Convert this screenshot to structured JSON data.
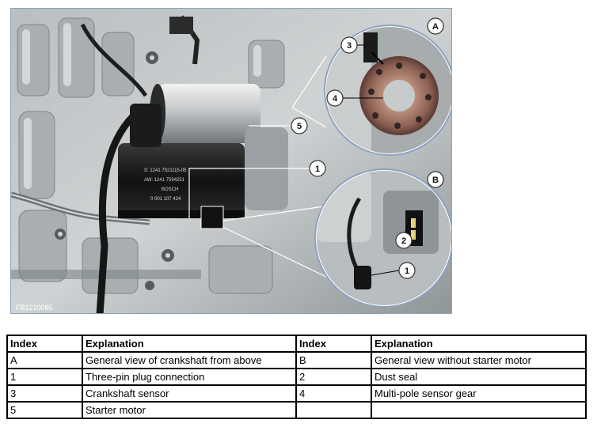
{
  "figure": {
    "code": "FB1210085",
    "stamp_lines": [
      "S: 1241 7521115-05",
      "AW: 1241 7594251",
      "BOSCH",
      "0 001 107 424"
    ],
    "callouts": {
      "A": "A",
      "B": "B",
      "n1_main": "1",
      "n5": "5",
      "n3": "3",
      "n4": "4",
      "n2": "2",
      "n1_inset": "1"
    }
  },
  "table": {
    "headers": [
      "Index",
      "Explanation",
      "Index",
      "Explanation"
    ],
    "rows": [
      [
        "A",
        "General view of crankshaft from above",
        "B",
        "General view without starter motor"
      ],
      [
        "1",
        "Three-pin plug connection",
        "2",
        "Dust seal"
      ],
      [
        "3",
        "Crankshaft sensor",
        "4",
        "Multi-pole sensor gear"
      ],
      [
        "5",
        "Starter motor",
        "",
        ""
      ]
    ]
  }
}
